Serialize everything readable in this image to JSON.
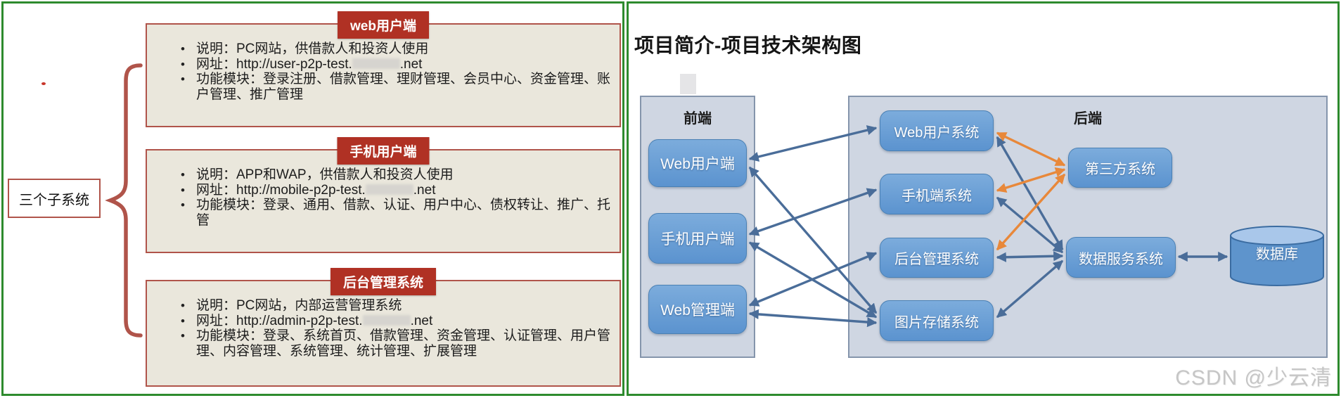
{
  "left_panel": {
    "group_label": "三个子系统",
    "systems": [
      {
        "title": "web用户端",
        "description": "说明：PC网站，供借款人和投资人使用",
        "url_label": "网址：",
        "url_prefix": "http://user-p2p-test.",
        "url_suffix": ".net",
        "modules": "功能模块：登录注册、借款管理、理财管理、会员中心、资金管理、账户管理、推广管理"
      },
      {
        "title": "手机用户端",
        "description": "说明：APP和WAP，供借款人和投资人使用",
        "url_label": "网址：",
        "url_prefix": "http://mobile-p2p-test.",
        "url_suffix": ".net",
        "modules": "功能模块：登录、通用、借款、认证、用户中心、债权转让、推广、托管"
      },
      {
        "title": "后台管理系统",
        "description": "说明：PC网站，内部运营管理系统",
        "url_label": "网址：",
        "url_prefix": "http://admin-p2p-test.",
        "url_suffix": ".net",
        "modules": "功能模块：登录、系统首页、借款管理、资金管理、认证管理、用户管理、内容管理、系统管理、统计管理、扩展管理"
      }
    ]
  },
  "right_panel": {
    "title": "项目简介-项目技术架构图",
    "frontend_label": "前端",
    "backend_label": "后端",
    "frontend_nodes": [
      "Web用户端",
      "手机用户端",
      "Web管理端"
    ],
    "backend_nodes": {
      "web_user_system": "Web用户系统",
      "mobile_system": "手机端系统",
      "admin_system": "后台管理系统",
      "image_storage_system": "图片存储系统",
      "third_party_system": "第三方系统",
      "data_service_system": "数据服务系统",
      "database": "数据库"
    },
    "edges": [
      {
        "from": "Web用户端",
        "to": "Web用户系统",
        "color": "blue",
        "bidirectional": true
      },
      {
        "from": "Web用户端",
        "to": "图片存储系统",
        "color": "blue",
        "bidirectional": true
      },
      {
        "from": "手机用户端",
        "to": "手机端系统",
        "color": "blue",
        "bidirectional": true
      },
      {
        "from": "手机用户端",
        "to": "图片存储系统",
        "color": "blue",
        "bidirectional": true
      },
      {
        "from": "Web管理端",
        "to": "后台管理系统",
        "color": "blue",
        "bidirectional": true
      },
      {
        "from": "Web管理端",
        "to": "图片存储系统",
        "color": "blue",
        "bidirectional": true
      },
      {
        "from": "Web用户系统",
        "to": "第三方系统",
        "color": "orange",
        "bidirectional": true
      },
      {
        "from": "手机端系统",
        "to": "第三方系统",
        "color": "orange",
        "bidirectional": true
      },
      {
        "from": "后台管理系统",
        "to": "第三方系统",
        "color": "orange",
        "bidirectional": true
      },
      {
        "from": "Web用户系统",
        "to": "数据服务系统",
        "color": "blue",
        "bidirectional": true
      },
      {
        "from": "手机端系统",
        "to": "数据服务系统",
        "color": "blue",
        "bidirectional": true
      },
      {
        "from": "后台管理系统",
        "to": "数据服务系统",
        "color": "blue",
        "bidirectional": true
      },
      {
        "from": "图片存储系统",
        "to": "数据服务系统",
        "color": "blue",
        "bidirectional": true
      },
      {
        "from": "数据服务系统",
        "to": "数据库",
        "color": "blue",
        "bidirectional": true
      }
    ],
    "watermark": "CSDN @少云清",
    "colors": {
      "panel_border": "#2e8b2e",
      "card_fill": "#eae7dc",
      "card_border": "#b0544a",
      "tab_fill": "#b03124",
      "node_fill": "#639bd3",
      "container_fill": "#cfd6e2",
      "arrow_blue": "#4a6d99",
      "arrow_orange": "#e8883a"
    }
  }
}
